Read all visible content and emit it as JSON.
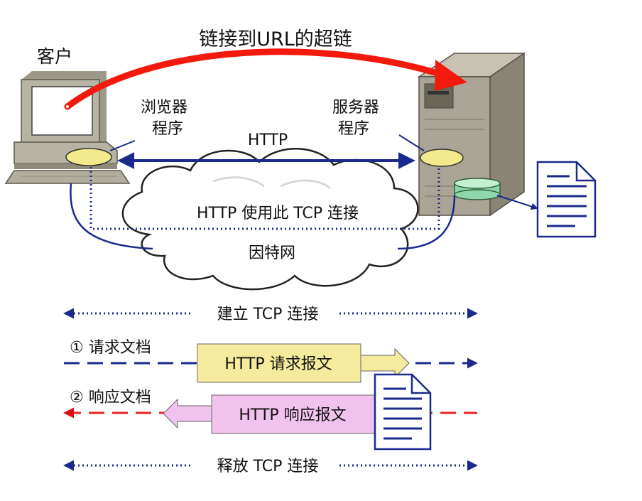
{
  "diagram": {
    "top_label": "链接到URL的超链",
    "client_label": "客户",
    "browser_label_line1": "浏览器",
    "browser_label_line2": "程序",
    "server_label_line1": "服务器",
    "server_label_line2": "程序",
    "http_label": "HTTP",
    "tcp_label": "HTTP 使用此 TCP 连接",
    "internet_label": "因特网"
  },
  "steps": {
    "establish": "建立 TCP 连接",
    "request_step": "① 请求文档",
    "request_box": "HTTP 请求报文",
    "response_step": "② 响应文档",
    "response_box": "HTTP 响应报文",
    "release": "释放 TCP 连接"
  },
  "colors": {
    "hyperlink_arrow": "#f21a0c",
    "navy": "#1a2a8c",
    "request_box_fill": "#f4ec9c",
    "response_box_fill": "#f2c2ee",
    "response_dash": "#ee2222",
    "cloud_fill": "#ffffff",
    "computer_body": "#b8b4a4",
    "server_body": "#aaa496"
  },
  "icons": {
    "client": "desktop-computer-icon",
    "server": "server-tower-icon",
    "database": "database-cylinder-icon",
    "document": "document-icon"
  }
}
